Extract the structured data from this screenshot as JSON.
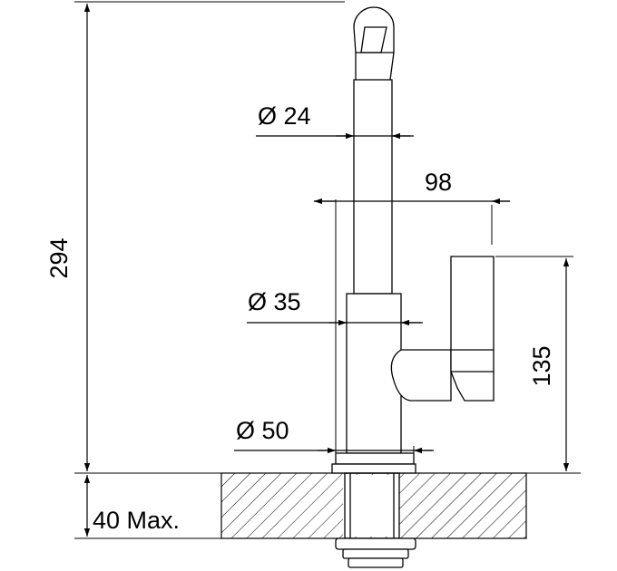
{
  "dimensions": {
    "total_height": "294",
    "spout_diameter": "Ø 24",
    "spout_reach": "98",
    "body_diameter": "Ø 35",
    "handle_height": "135",
    "base_diameter": "Ø 50",
    "worktop_thickness": "40 Max."
  }
}
